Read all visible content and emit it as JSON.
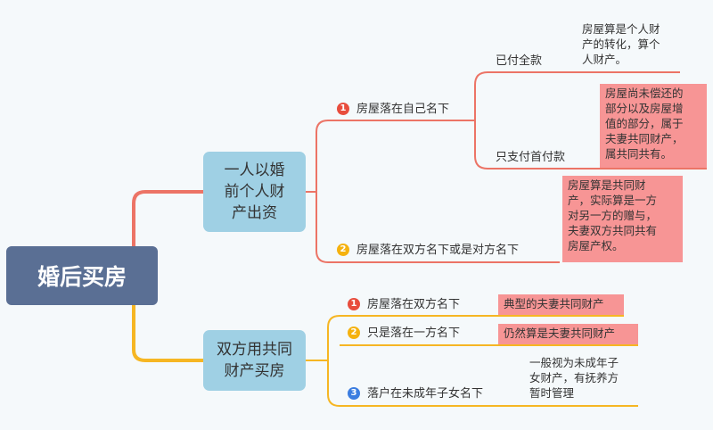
{
  "root": {
    "label": "婚后买房"
  },
  "branch1": {
    "label_lines": [
      "一人以婚",
      "前个人财",
      "产出资"
    ],
    "sub1": {
      "num": "1",
      "label": "房屋落在自己名下",
      "opt1": {
        "label": "已付全款",
        "note_lines": [
          "房屋算是个人财",
          "产的转化，算个",
          "人财产。"
        ]
      },
      "opt2": {
        "label": "只支付首付款",
        "note_lines": [
          "房屋尚未偿还的",
          "部分以及房屋增",
          "值的部分，属于",
          "夫妻共同财产，",
          "属共同共有。"
        ]
      }
    },
    "sub2": {
      "num": "2",
      "label": "房屋落在双方名下或是对方名下",
      "note_lines": [
        "房屋算是共同财",
        "产，实际算是一方",
        "对另一方的赠与，",
        "夫妻双方共同共有",
        "房屋产权。"
      ]
    }
  },
  "branch2": {
    "label_lines": [
      "双方用共同",
      "财产买房"
    ],
    "sub1": {
      "num": "1",
      "label": "房屋落在双方名下",
      "note": "典型的夫妻共同财产"
    },
    "sub2": {
      "num": "2",
      "label": "只是落在一方名下",
      "note": "仍然算是夫妻共同财产"
    },
    "sub3": {
      "num": "3",
      "label": "落户在未成年子女名下",
      "note_lines": [
        "一般视为未成年子",
        "女财产，有抚养方",
        "暂时管理"
      ]
    }
  },
  "colors": {
    "branch1_line": "#ec7466",
    "branch2_line": "#f6b623",
    "root_bg": "#5a6f94",
    "mid_bg": "#9fd0e4",
    "note_bg": "#f79595"
  }
}
